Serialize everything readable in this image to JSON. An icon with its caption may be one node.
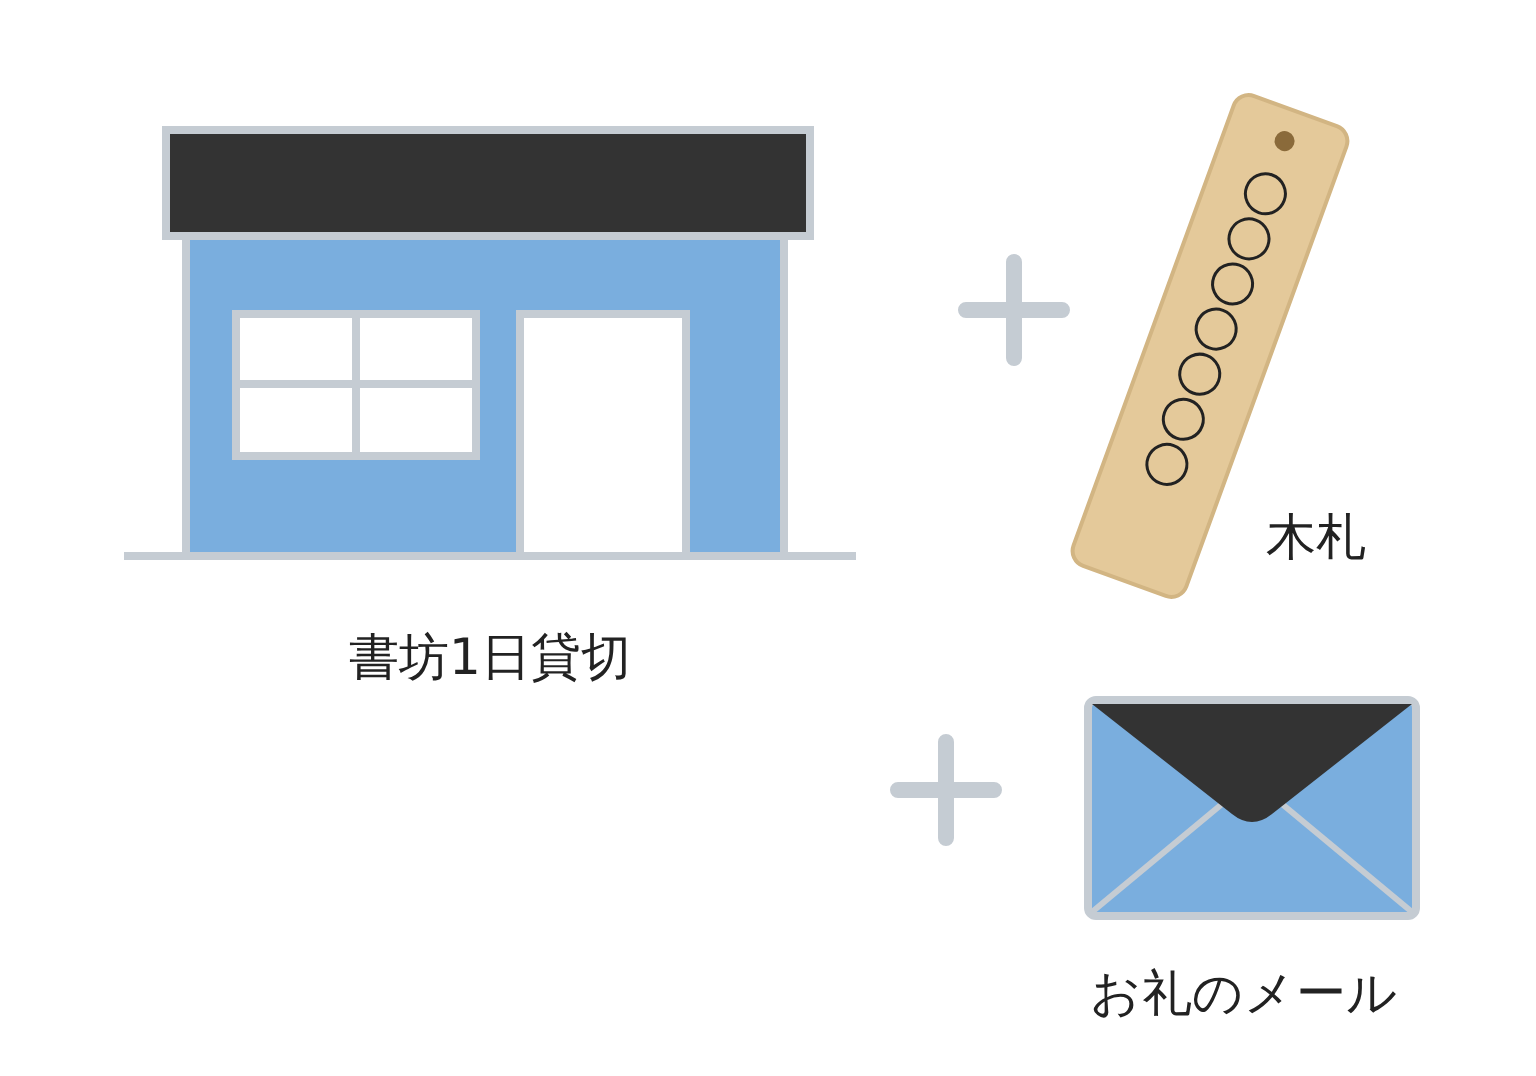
{
  "diagram": {
    "nodes": [
      {
        "text": [
          "書坊1日貸切"
        ]
      },
      {
        "text": [
          "木札"
        ]
      },
      {
        "text": [
          "お礼のメール"
        ]
      }
    ]
  }
}
